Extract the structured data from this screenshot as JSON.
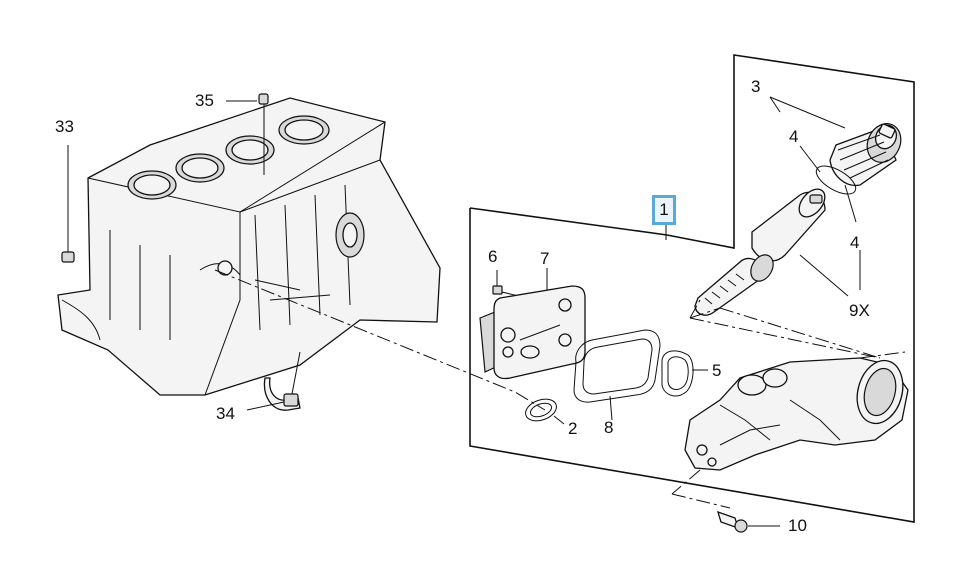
{
  "callouts": {
    "c1": "1",
    "c2": "2",
    "c3": "3",
    "c4a": "4",
    "c4b": "4",
    "c5": "5",
    "c6": "6",
    "c7": "7",
    "c8": "8",
    "c9x": "9X",
    "c10": "10",
    "c33": "33",
    "c34": "34",
    "c35": "35"
  },
  "colors": {
    "highlight_border": "#5aa9d6",
    "highlight_fill": "#eaf4fa",
    "line": "#111111"
  }
}
